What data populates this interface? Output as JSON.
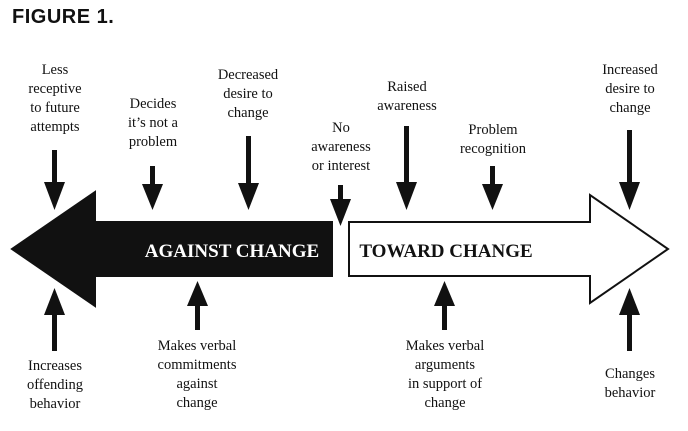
{
  "figure_title": "FIGURE 1.",
  "left_arrow": {
    "label": "AGAINST CHANGE",
    "fill": "#111111",
    "text_color": "#ffffff"
  },
  "right_arrow": {
    "label": "TOWARD CHANGE",
    "fill": "#ffffff",
    "text_color": "#111111"
  },
  "top_labels": [
    "Less\nreceptive\nto future\nattempts",
    "Decides\nit’s not a\nproblem",
    "Decreased\ndesire to\nchange",
    "No\nawareness\nor interest",
    "Raised\nawareness",
    "Problem\nrecognition",
    "Increased\ndesire to\nchange"
  ],
  "bottom_labels": [
    "Increases\noffending\nbehavior",
    "Makes verbal\ncommitments\nagainst\nchange",
    "Makes verbal\narguments\nin support of\nchange",
    "Changes\nbehavior"
  ]
}
